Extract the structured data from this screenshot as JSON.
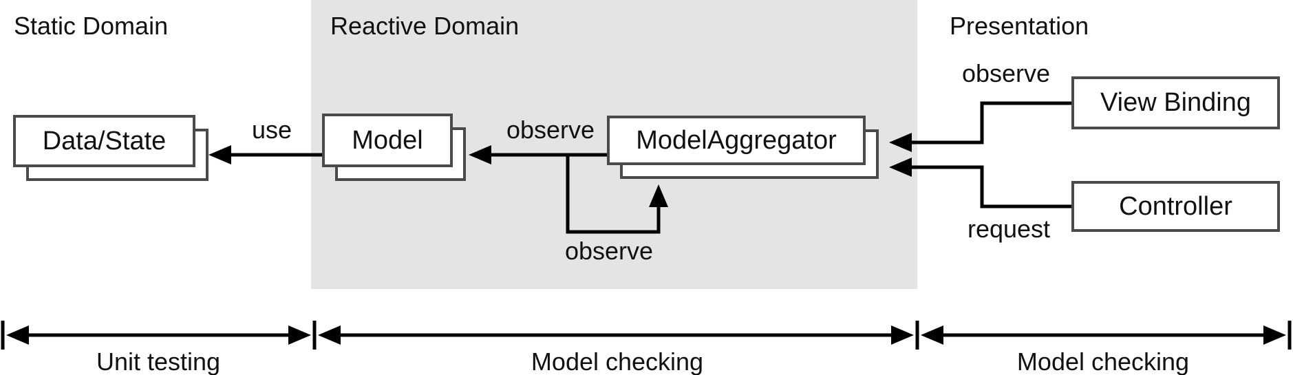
{
  "domains": {
    "static": {
      "label": "Static Domain"
    },
    "reactive": {
      "label": "Reactive Domain"
    },
    "presentation": {
      "label": "Presentation"
    }
  },
  "boxes": {
    "data_state": {
      "label": "Data/State",
      "stacked": true
    },
    "model": {
      "label": "Model",
      "stacked": true
    },
    "model_aggregator": {
      "label": "ModelAggregator",
      "stacked": true
    },
    "view_binding": {
      "label": "View Binding",
      "stacked": false
    },
    "controller": {
      "label": "Controller",
      "stacked": false
    }
  },
  "edges": {
    "use": "use",
    "observe_model": "observe",
    "observe_self": "observe",
    "observe_view": "observe",
    "request": "request"
  },
  "ruler": {
    "segments": {
      "unit_testing": "Unit testing",
      "model_checking_reactive": "Model checking",
      "model_checking_presentation": "Model checking"
    }
  },
  "colors": {
    "background": "#ffffff",
    "reactive_region_bg": "#e4e4e4",
    "box_border": "#4a4a4a",
    "line": "#000000",
    "text": "#111111"
  }
}
